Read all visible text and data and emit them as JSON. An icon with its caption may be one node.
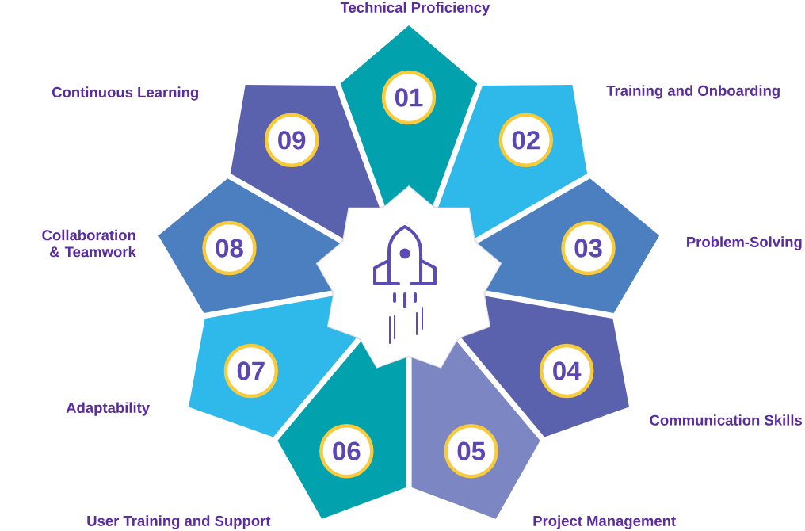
{
  "diagram": {
    "nodes": [
      {
        "text": [
          "01"
        ],
        "beside": [
          "Technical Proficiency"
        ]
      },
      {
        "text": [
          "02"
        ],
        "beside": [
          "Training and Onboarding"
        ]
      },
      {
        "text": [
          "03"
        ],
        "beside": [
          "Problem-Solving"
        ]
      },
      {
        "text": [
          "04"
        ],
        "beside": [
          "Communication Skills"
        ]
      },
      {
        "text": [
          "05"
        ],
        "beside": [
          "Project Management"
        ]
      },
      {
        "text": [
          "06"
        ],
        "beside": [
          "User Training and Support"
        ]
      },
      {
        "text": [
          "07"
        ],
        "beside": [
          "Adaptability"
        ]
      },
      {
        "text": [
          "08"
        ],
        "beside": [
          "Collaboration & Teamwork"
        ]
      },
      {
        "text": [
          "09"
        ],
        "beside": [
          "Continuous Learning"
        ]
      }
    ]
  }
}
